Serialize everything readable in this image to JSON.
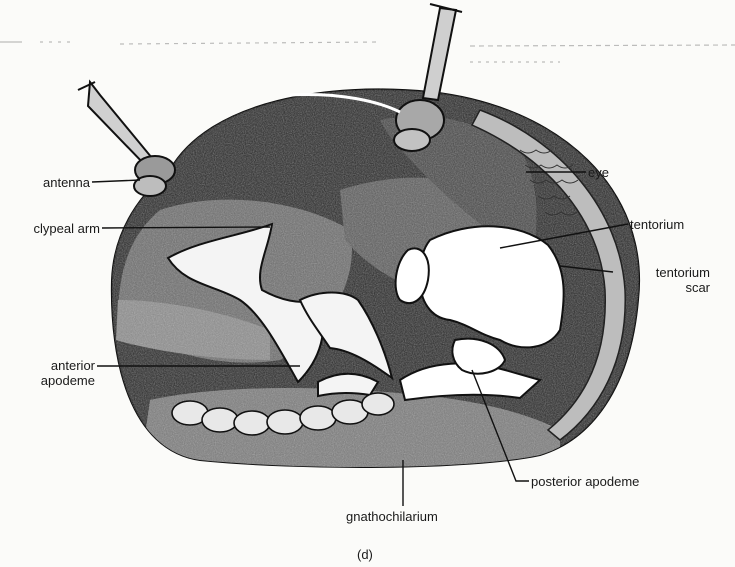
{
  "figure": {
    "panel_label": "(d)",
    "labels": {
      "antenna": "antenna",
      "clypeal_arm": "clypeal arm",
      "anterior_apodeme_line1": "anterior",
      "anterior_apodeme_line2": "apodeme",
      "eye": "eye",
      "tentorium": "tentorium",
      "tentorium_scar_line1": "tentorium",
      "tentorium_scar_line2": "scar",
      "posterior_apodeme": "posterior apodeme",
      "gnathochilarium": "gnathochilarium"
    }
  }
}
